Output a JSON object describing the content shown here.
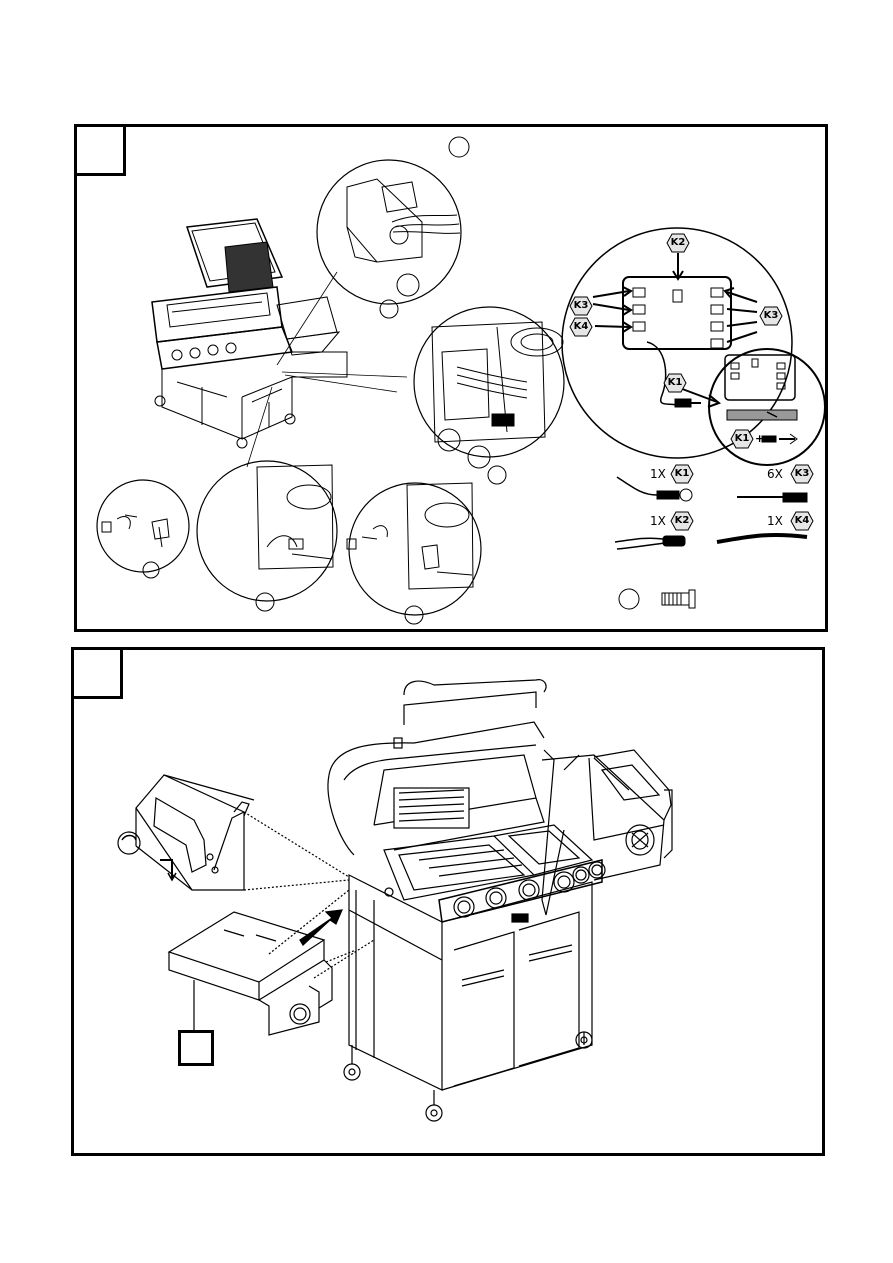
{
  "panels": [
    {
      "id": "step-a",
      "step_label": ""
    },
    {
      "id": "step-b",
      "step_label": ""
    }
  ],
  "connectors": {
    "k1": "K1",
    "k2": "K2",
    "k3": "K3",
    "k4": "K4"
  },
  "parts": {
    "k1_qty": "1X",
    "k2_qty": "1X",
    "k3_qty": "6X",
    "k4_qty": "1X"
  },
  "callout": {
    "plus": "+"
  },
  "colors": {
    "line": "#000000",
    "shade": "#e6e6e6",
    "background": "#ffffff"
  }
}
